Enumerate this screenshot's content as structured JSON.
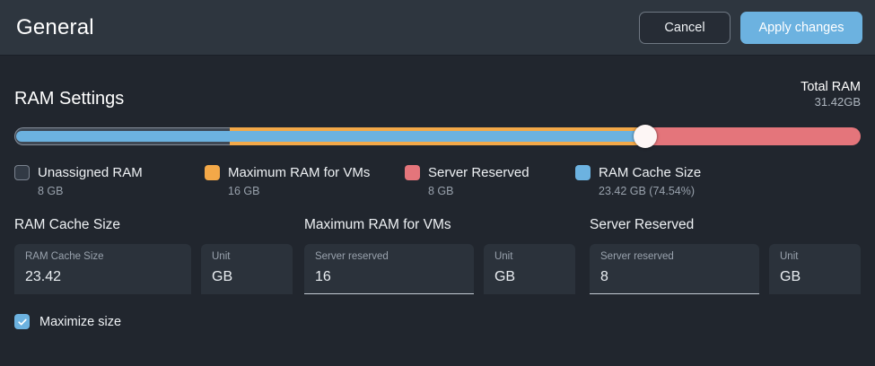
{
  "header": {
    "title": "General",
    "cancel_label": "Cancel",
    "apply_label": "Apply changes"
  },
  "ram_settings": {
    "title": "RAM Settings",
    "total_label": "Total RAM",
    "total_value": "31.42GB",
    "slider": {
      "unassigned_pct": 25.5,
      "vms_pct": 49.0,
      "reserved_pct": 25.5,
      "cache_pct": 74.5,
      "handle_pct": 74.5
    },
    "legend": [
      {
        "label": "Unassigned RAM",
        "value": "8 GB",
        "color": "#323a45"
      },
      {
        "label": "Maximum RAM for VMs",
        "value": "16 GB",
        "color": "#f3a848"
      },
      {
        "label": "Server Reserved",
        "value": "8 GB",
        "color": "#e4757b"
      },
      {
        "label": "RAM Cache Size",
        "value": "23.42 GB (74.54%)",
        "color": "#6cb2e0"
      }
    ],
    "columns": [
      {
        "title": "RAM Cache Size",
        "value_field": {
          "label": "RAM Cache Size",
          "value": "23.42"
        },
        "unit_field": {
          "label": "Unit",
          "value": "GB"
        }
      },
      {
        "title": "Maximum RAM for VMs",
        "value_field": {
          "label": "Server reserved",
          "value": "16"
        },
        "unit_field": {
          "label": "Unit",
          "value": "GB"
        }
      },
      {
        "title": "Server Reserved",
        "value_field": {
          "label": "Server reserved",
          "value": "8"
        },
        "unit_field": {
          "label": "Unit",
          "value": "GB"
        }
      }
    ],
    "maximize_size_label": "Maximize size"
  }
}
